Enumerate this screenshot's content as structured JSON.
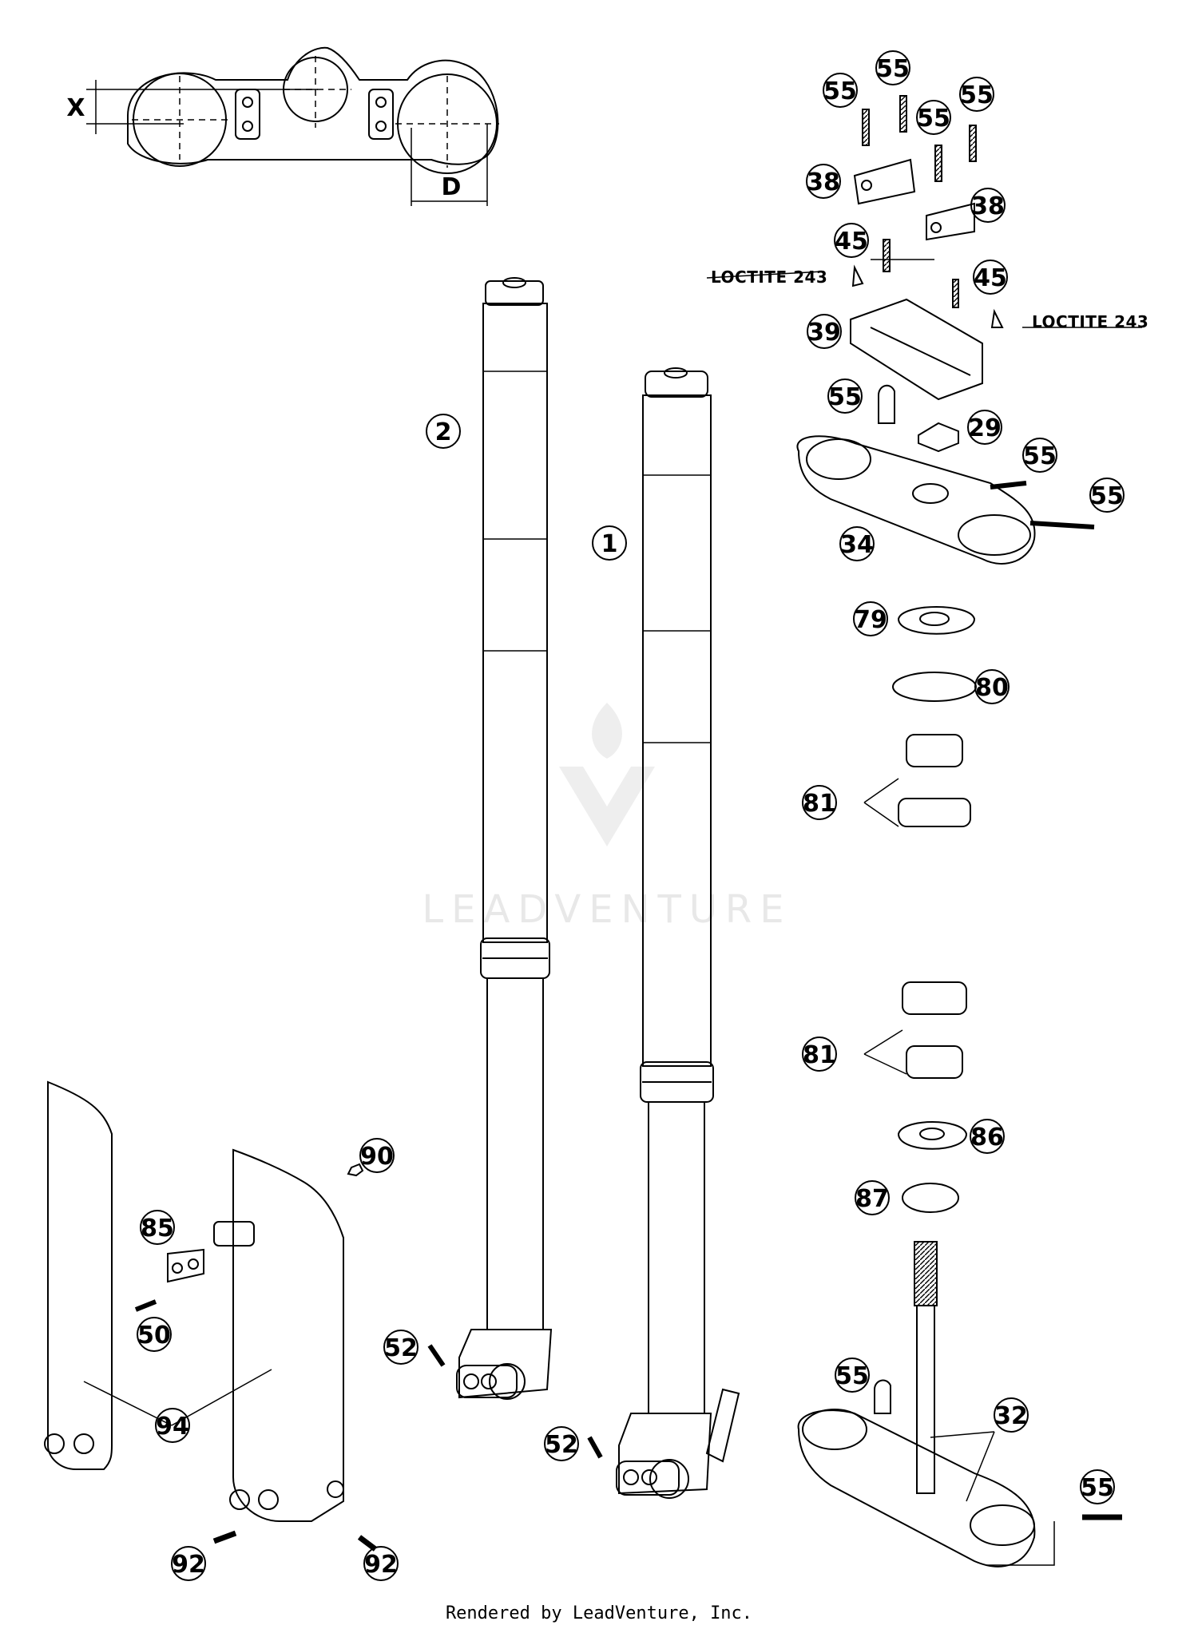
{
  "callouts": {
    "c1": "1",
    "c2": "2",
    "c29": "29",
    "c32": "32",
    "c34": "34",
    "c38a": "38",
    "c38b": "38",
    "c39": "39",
    "c45a": "45",
    "c45b": "45",
    "c50": "50",
    "c52a": "52",
    "c52b": "52",
    "c55a": "55",
    "c55b": "55",
    "c55c": "55",
    "c55d": "55",
    "c55e": "55",
    "c55f": "55",
    "c55g": "55",
    "c55h": "55",
    "c79": "79",
    "c80": "80",
    "c81a": "81",
    "c81b": "81",
    "c85": "85",
    "c86": "86",
    "c87": "87",
    "c90": "90",
    "c92a": "92",
    "c92b": "92",
    "c94": "94"
  },
  "notes": {
    "loctite_left": "LOCTITE 243",
    "loctite_right": "LOCTITE 243"
  },
  "dimensions": {
    "x_label": "X",
    "d_label": "D"
  },
  "watermark": {
    "text": "LEADVENTURE"
  },
  "footer": {
    "text": "Rendered by LeadVenture, Inc."
  }
}
